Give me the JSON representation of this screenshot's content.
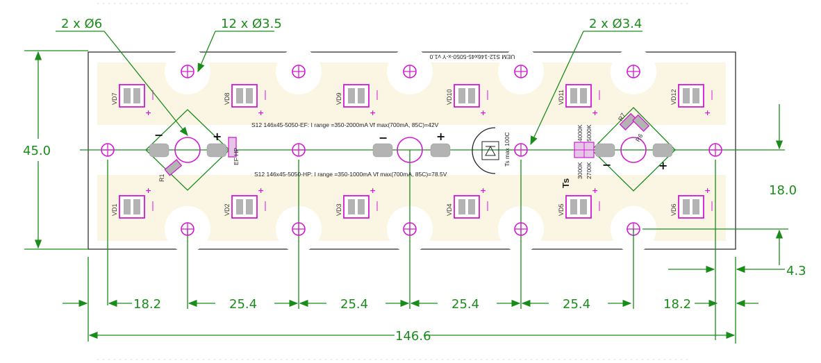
{
  "colors": {
    "dimension": "#1a8c1a",
    "pad_outline": "#d21ad2",
    "pad_fill": "#b3b3b3",
    "board_pattern": "#fbf6e4"
  },
  "callouts": {
    "holes_6": "2 x Ø6",
    "holes_35": "12 x Ø3.5",
    "holes_34": "2 x Ø3.4"
  },
  "dimensions": {
    "height": "45.0",
    "right_upper": "18.0",
    "right_lower": "4.3",
    "left_margin": "18.2",
    "pitch_1": "25.4",
    "pitch_2": "25.4",
    "pitch_3": "25.4",
    "pitch_4": "25.4",
    "right_margin": "18.2",
    "total_width": "146.6"
  },
  "board": {
    "version": "UEM S12-146x45-5050-x-Y v1.0",
    "spec_ef": "S12 146x45-5050-EF: I range =350-2000mA Vf max(700mA, 85C)=42V",
    "spec_hp": "S12 146x45-5050-HP: I range =350-1000mA Vf max(700mA, 85C)=78.5V",
    "ts_label": "Ts",
    "ts_max": "Ts max 100C",
    "cct_4000": "4000K",
    "cct_5000": "5000K",
    "cct_3000": "3000K",
    "cct_2700": "2700K",
    "r1": "R1",
    "r7": "R7",
    "r6": "R6",
    "ef_hp": "EF HP",
    "plus": "+",
    "minus": "−"
  },
  "leds_top": [
    "VD7",
    "VD8",
    "VD9",
    "VD10",
    "VD11",
    "VD12"
  ],
  "leds_bottom": [
    "VD1",
    "VD2",
    "VD3",
    "VD4",
    "VD5",
    "VD6"
  ]
}
